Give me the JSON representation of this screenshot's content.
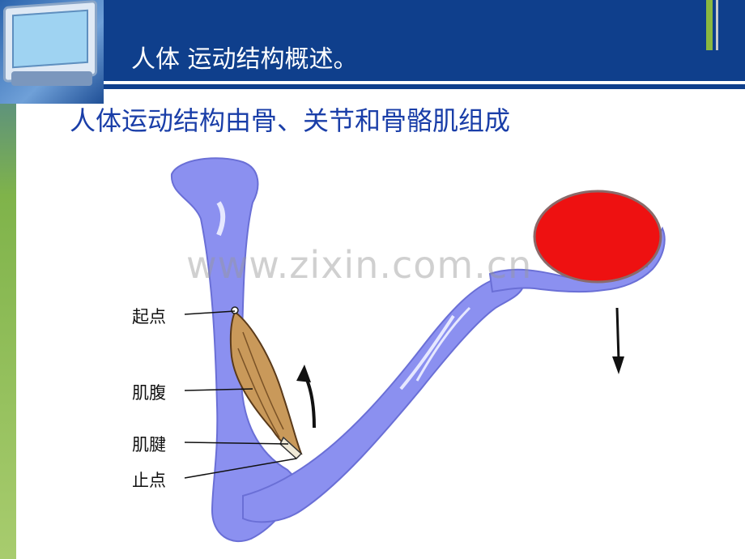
{
  "slide": {
    "title": "人体 运动结构概述。",
    "subtitle": "人体运动结构由骨、关节和骨骼肌组成",
    "watermark": "www.zixin.com.cn"
  },
  "figure": {
    "labels": {
      "origin": "起点",
      "belly": "肌腹",
      "tendon": "肌腱",
      "insertion": "止点"
    },
    "colors": {
      "bone": "#8b90f0",
      "muscle": "#c9995a",
      "ball": "#ee1111",
      "header": "#0f3f8c",
      "subtitle": "#1a3ea8"
    }
  }
}
